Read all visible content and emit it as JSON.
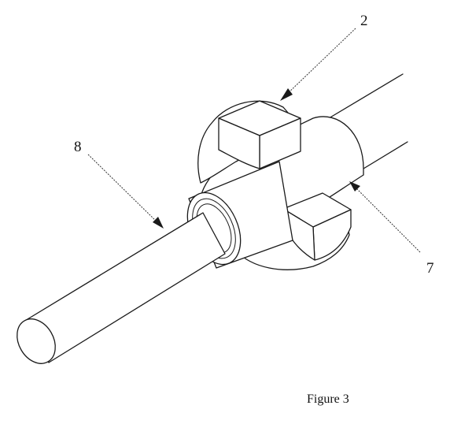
{
  "figure": {
    "caption": "Figure 3",
    "labels": {
      "clamp": "2",
      "rod": "8",
      "tube": "7"
    }
  }
}
